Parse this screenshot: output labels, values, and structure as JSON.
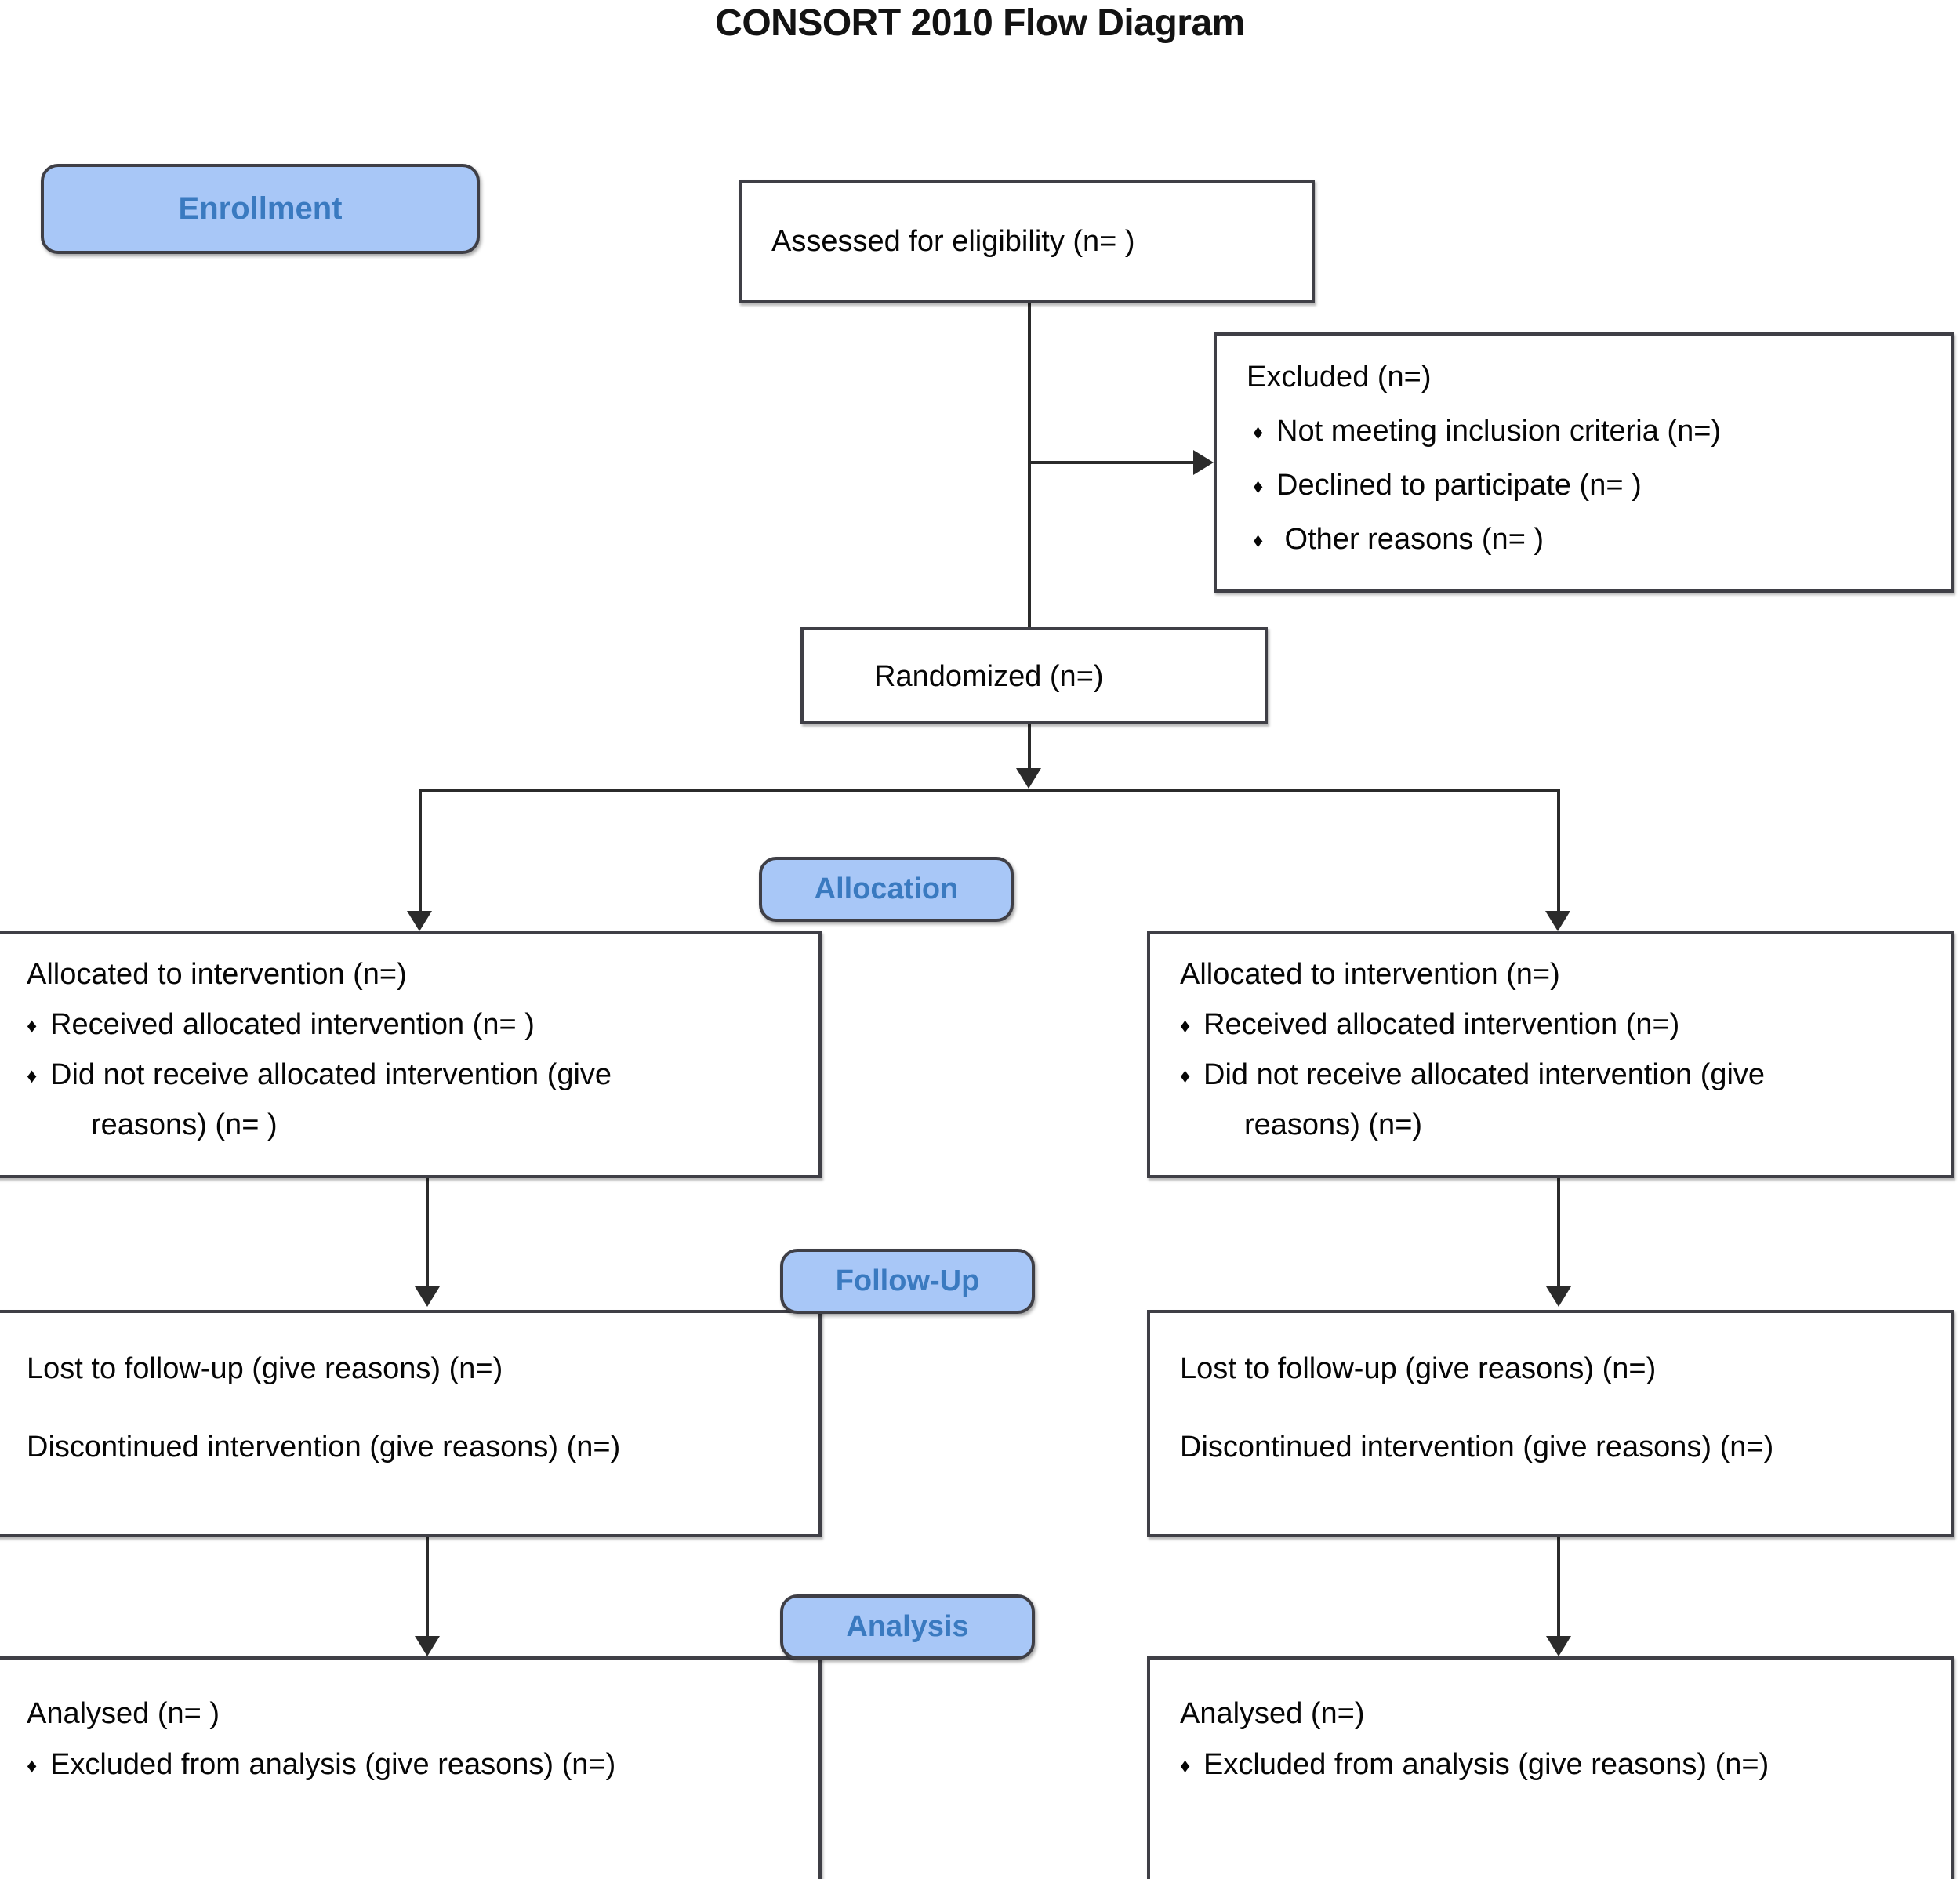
{
  "document": {
    "title": "CONSORT 2010 Flow Diagram"
  },
  "phases": {
    "enrollment": "Enrollment",
    "allocation": "Allocation",
    "followup": "Follow-Up",
    "analysis": "Analysis"
  },
  "boxes": {
    "assessed": {
      "line1": "Assessed for eligibility (n= )"
    },
    "excluded": {
      "heading": "Excluded  (n=)",
      "bullets": [
        "Not meeting inclusion criteria (n=)",
        "Declined to participate (n= )",
        " Other reasons (n=   )"
      ]
    },
    "randomized": {
      "line1": "Randomized (n=)"
    },
    "allocated_left": {
      "heading": "Allocated to intervention (n=)",
      "bullets": [
        "Received allocated intervention (n= )",
        "Did not receive allocated intervention (give"
      ],
      "bullet2_cont": "reasons) (n= )"
    },
    "allocated_right": {
      "heading": "Allocated to intervention (n=)",
      "bullets": [
        "Received allocated intervention (n=)",
        "Did not receive allocated intervention (give"
      ],
      "bullet2_cont": "reasons) (n=)"
    },
    "followup_left": {
      "line1": "Lost to follow-up (give reasons) (n=)",
      "line2": "Discontinued intervention (give reasons) (n=)"
    },
    "followup_right": {
      "line1": "Lost to follow-up (give reasons) (n=)",
      "line2": "Discontinued intervention (give reasons) (n=)"
    },
    "analysis_left": {
      "heading": "Analysed  (n= )",
      "bullets": [
        "Excluded from analysis (give reasons) (n=)"
      ]
    },
    "analysis_right": {
      "heading": "Analysed  (n=)",
      "bullets": [
        "Excluded from analysis (give reasons) (n=)"
      ]
    }
  },
  "icons": {
    "bullet_diamond": "♦"
  },
  "colors": {
    "pill_fill": "#A8C7F7",
    "pill_text": "#3A7AC0",
    "border": "#3F3F46",
    "text": "#060606",
    "connector": "#2B2B2B"
  }
}
